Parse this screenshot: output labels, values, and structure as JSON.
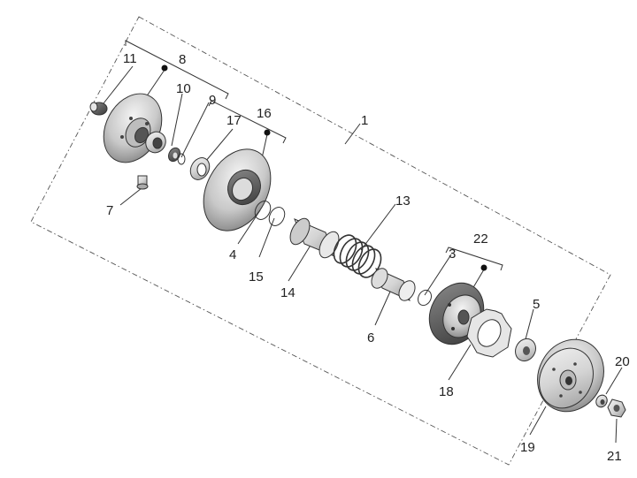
{
  "diagram": {
    "callouts": [
      {
        "id": "1",
        "label": "1"
      },
      {
        "id": "3",
        "label": "3"
      },
      {
        "id": "4",
        "label": "4"
      },
      {
        "id": "5",
        "label": "5"
      },
      {
        "id": "6",
        "label": "6"
      },
      {
        "id": "7",
        "label": "7"
      },
      {
        "id": "8",
        "label": "8"
      },
      {
        "id": "9",
        "label": "9"
      },
      {
        "id": "10",
        "label": "10"
      },
      {
        "id": "11",
        "label": "11"
      },
      {
        "id": "13",
        "label": "13"
      },
      {
        "id": "14",
        "label": "14"
      },
      {
        "id": "15",
        "label": "15"
      },
      {
        "id": "16",
        "label": "16"
      },
      {
        "id": "17",
        "label": "17"
      },
      {
        "id": "18",
        "label": "18"
      },
      {
        "id": "19",
        "label": "19"
      },
      {
        "id": "20",
        "label": "20"
      },
      {
        "id": "21",
        "label": "21"
      },
      {
        "id": "22",
        "label": "22"
      }
    ]
  }
}
